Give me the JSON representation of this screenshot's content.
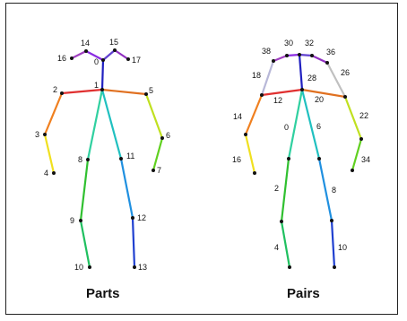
{
  "captions": {
    "left": "Parts",
    "right": "Pairs"
  },
  "parts": {
    "keypoints": [
      {
        "id": "0",
        "label": "0"
      },
      {
        "id": "1",
        "label": "1"
      },
      {
        "id": "2",
        "label": "2"
      },
      {
        "id": "3",
        "label": "3"
      },
      {
        "id": "4",
        "label": "4"
      },
      {
        "id": "5",
        "label": "5"
      },
      {
        "id": "6",
        "label": "6"
      },
      {
        "id": "7",
        "label": "7"
      },
      {
        "id": "8",
        "label": "8"
      },
      {
        "id": "9",
        "label": "9"
      },
      {
        "id": "10",
        "label": "10"
      },
      {
        "id": "11",
        "label": "11"
      },
      {
        "id": "12",
        "label": "12"
      },
      {
        "id": "13",
        "label": "13"
      },
      {
        "id": "14",
        "label": "14"
      },
      {
        "id": "15",
        "label": "15"
      },
      {
        "id": "16",
        "label": "16"
      },
      {
        "id": "17",
        "label": "17"
      }
    ],
    "limbs": [
      {
        "from": "1",
        "to": "0",
        "color": "#2020c0"
      },
      {
        "from": "0",
        "to": "14",
        "color": "#8a2be2"
      },
      {
        "from": "14",
        "to": "16",
        "color": "#a040c0"
      },
      {
        "from": "0",
        "to": "15",
        "color": "#6040d0"
      },
      {
        "from": "15",
        "to": "17",
        "color": "#9030c0"
      },
      {
        "from": "1",
        "to": "2",
        "color": "#e03030"
      },
      {
        "from": "2",
        "to": "3",
        "color": "#f08020"
      },
      {
        "from": "3",
        "to": "4",
        "color": "#f0e020"
      },
      {
        "from": "1",
        "to": "5",
        "color": "#e07020"
      },
      {
        "from": "5",
        "to": "6",
        "color": "#c0e020"
      },
      {
        "from": "6",
        "to": "7",
        "color": "#60d020"
      },
      {
        "from": "1",
        "to": "8",
        "color": "#30d0a0"
      },
      {
        "from": "8",
        "to": "9",
        "color": "#30c030"
      },
      {
        "from": "9",
        "to": "10",
        "color": "#20c060"
      },
      {
        "from": "1",
        "to": "11",
        "color": "#20c0c0"
      },
      {
        "from": "11",
        "to": "12",
        "color": "#2090e0"
      },
      {
        "from": "12",
        "to": "13",
        "color": "#2040d0"
      }
    ]
  },
  "pairs": {
    "labels": [
      "30",
      "32",
      "38",
      "36",
      "18",
      "26",
      "28",
      "12",
      "20",
      "14",
      "22",
      "0",
      "6",
      "16",
      "34",
      "2",
      "8",
      "4",
      "10"
    ],
    "limbs": [
      {
        "from": "neck",
        "to": "head",
        "color": "#2020c0"
      },
      {
        "from": "head",
        "to": "leye",
        "color": "#8a2be2"
      },
      {
        "from": "leye",
        "to": "lear",
        "color": "#a040c0"
      },
      {
        "from": "head",
        "to": "reye",
        "color": "#6040d0"
      },
      {
        "from": "reye",
        "to": "rear",
        "color": "#9030c0"
      },
      {
        "from": "lear",
        "to": "lsho",
        "color": "#b8b8d8"
      },
      {
        "from": "rear",
        "to": "rsho",
        "color": "#c0c0c0"
      },
      {
        "from": "neck",
        "to": "lsho",
        "color": "#e03030"
      },
      {
        "from": "lsho",
        "to": "lelb",
        "color": "#f08020"
      },
      {
        "from": "lelb",
        "to": "lwri",
        "color": "#f0e020"
      },
      {
        "from": "neck",
        "to": "rsho",
        "color": "#e07020"
      },
      {
        "from": "rsho",
        "to": "relb",
        "color": "#c0e020"
      },
      {
        "from": "relb",
        "to": "rwri",
        "color": "#60d020"
      },
      {
        "from": "neck",
        "to": "lhip",
        "color": "#30d0a0"
      },
      {
        "from": "lhip",
        "to": "lknee",
        "color": "#30c030"
      },
      {
        "from": "lknee",
        "to": "lank",
        "color": "#20c060"
      },
      {
        "from": "neck",
        "to": "rhip",
        "color": "#20c0c0"
      },
      {
        "from": "rhip",
        "to": "rknee",
        "color": "#2090e0"
      },
      {
        "from": "rknee",
        "to": "rank",
        "color": "#2040d0"
      }
    ]
  }
}
